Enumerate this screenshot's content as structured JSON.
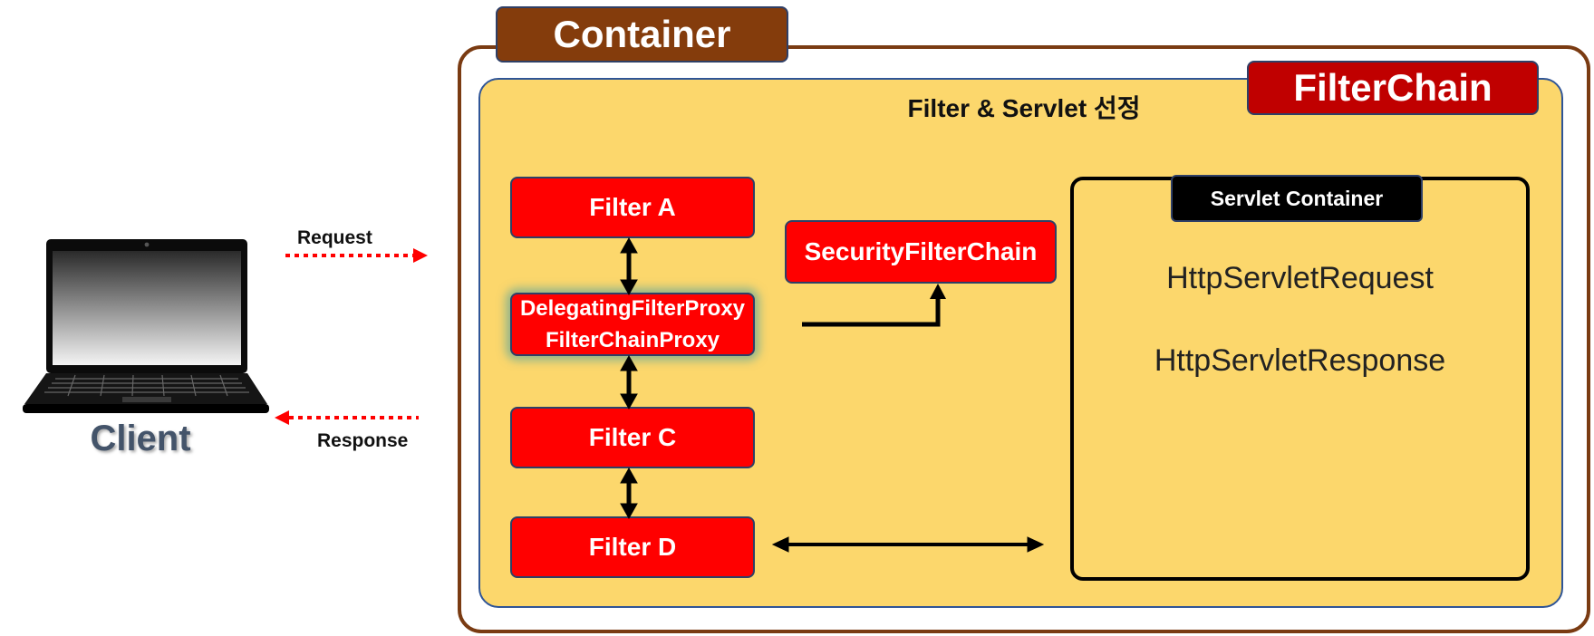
{
  "container": {
    "title": "Container",
    "frame_color": "#7a3b12",
    "title_bg": "#843c0c"
  },
  "filterchain": {
    "title": "FilterChain",
    "title_bg": "#c00000",
    "panel_bg": "#fcd76c",
    "heading": "Filter & Servlet 선정"
  },
  "filters": {
    "a": "Filter A",
    "proxy_line1": "DelegatingFilterProxy",
    "proxy_line2": "FilterChainProxy",
    "c": "Filter C",
    "d": "Filter D",
    "fill": "#ff0000"
  },
  "security_filter_chain": "SecurityFilterChain",
  "servlet_container": {
    "title": "Servlet Container",
    "request": "HttpServletRequest",
    "response": "HttpServletResponse"
  },
  "client": {
    "label": "Client",
    "icon": "laptop-icon"
  },
  "arrows": {
    "request_label": "Request",
    "response_label": "Response",
    "dotted_color": "#ff0000"
  }
}
